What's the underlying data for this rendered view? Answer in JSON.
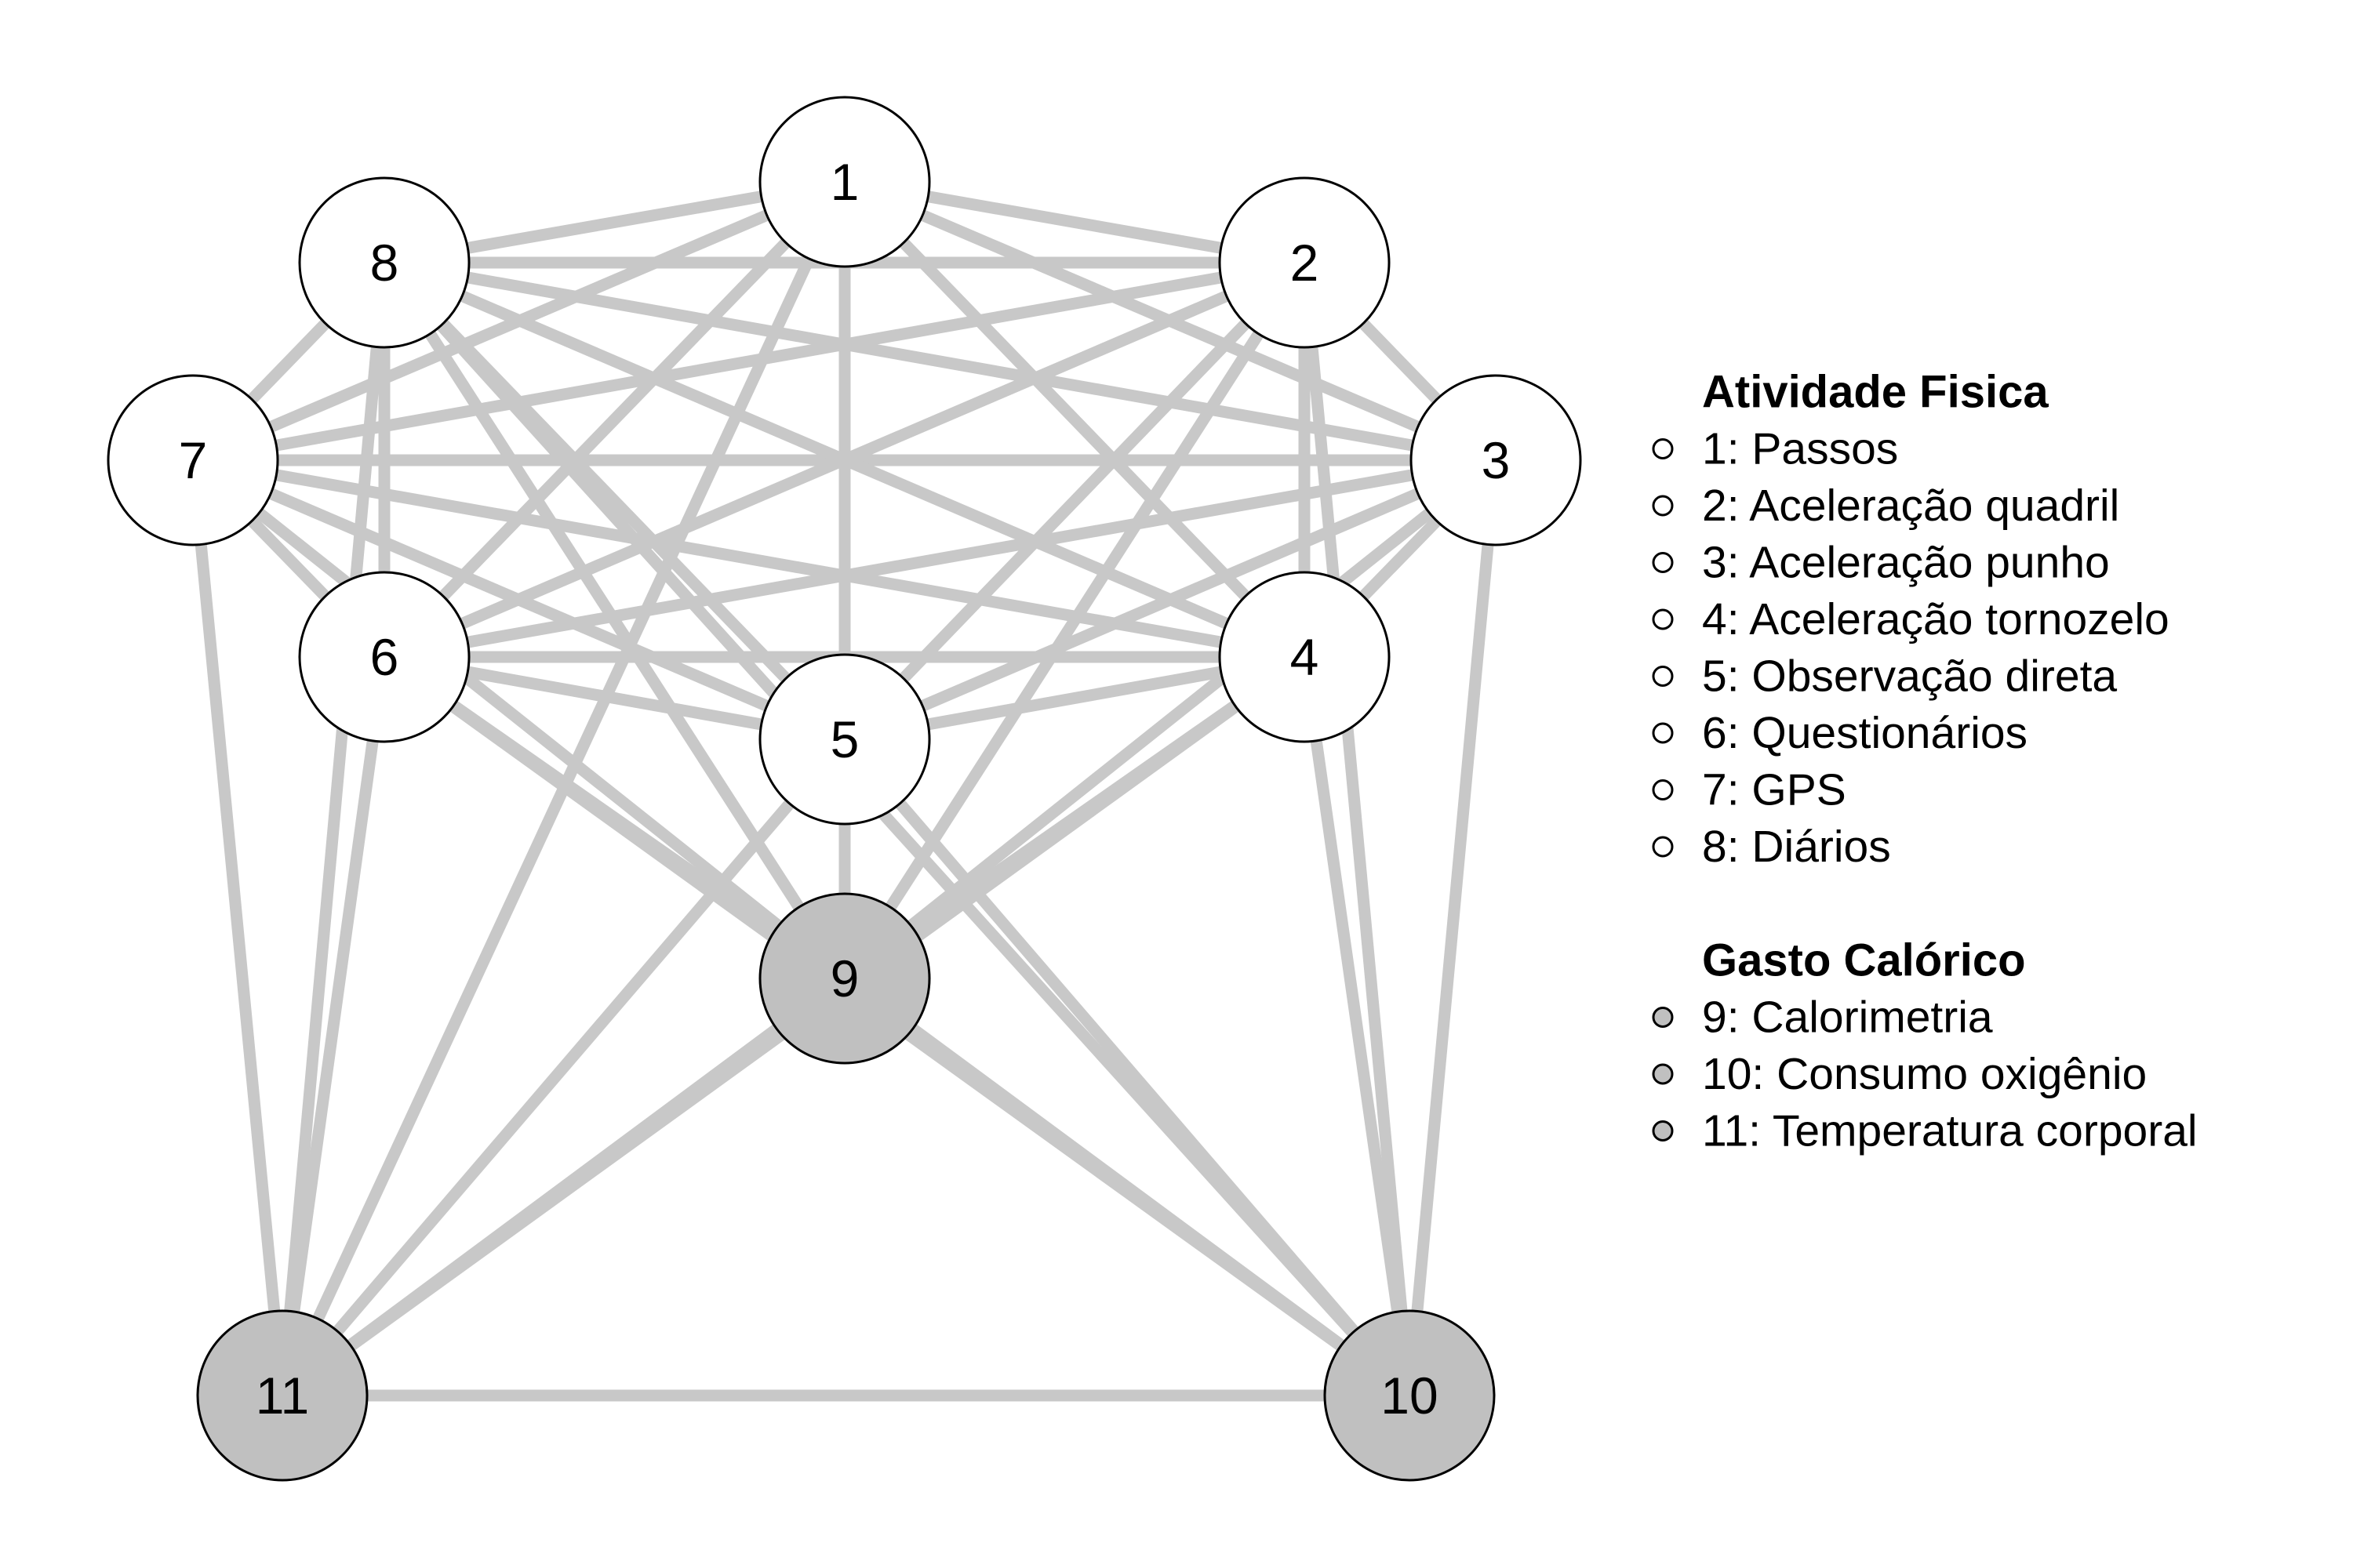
{
  "diagram": {
    "type": "network",
    "edge_color": "#c8c8c8",
    "node_border_color": "#000000",
    "nodes": [
      {
        "id": "1",
        "group": "atividade"
      },
      {
        "id": "2",
        "group": "atividade"
      },
      {
        "id": "3",
        "group": "atividade"
      },
      {
        "id": "4",
        "group": "atividade"
      },
      {
        "id": "5",
        "group": "atividade"
      },
      {
        "id": "6",
        "group": "atividade"
      },
      {
        "id": "7",
        "group": "atividade"
      },
      {
        "id": "8",
        "group": "atividade"
      },
      {
        "id": "9",
        "group": "gasto"
      },
      {
        "id": "10",
        "group": "gasto"
      },
      {
        "id": "11",
        "group": "gasto"
      }
    ],
    "edges": [
      [
        "1",
        "2"
      ],
      [
        "1",
        "3"
      ],
      [
        "1",
        "4"
      ],
      [
        "1",
        "5"
      ],
      [
        "1",
        "6"
      ],
      [
        "1",
        "7"
      ],
      [
        "1",
        "8"
      ],
      [
        "1",
        "9"
      ],
      [
        "1",
        "11"
      ],
      [
        "2",
        "3"
      ],
      [
        "2",
        "4"
      ],
      [
        "2",
        "5"
      ],
      [
        "2",
        "6"
      ],
      [
        "2",
        "7"
      ],
      [
        "2",
        "8"
      ],
      [
        "2",
        "9"
      ],
      [
        "2",
        "10"
      ],
      [
        "3",
        "4"
      ],
      [
        "3",
        "5"
      ],
      [
        "3",
        "6"
      ],
      [
        "3",
        "7"
      ],
      [
        "3",
        "8"
      ],
      [
        "3",
        "9"
      ],
      [
        "3",
        "10"
      ],
      [
        "4",
        "5"
      ],
      [
        "4",
        "6"
      ],
      [
        "4",
        "7"
      ],
      [
        "4",
        "8"
      ],
      [
        "4",
        "9"
      ],
      [
        "4",
        "10"
      ],
      [
        "4",
        "11"
      ],
      [
        "5",
        "6"
      ],
      [
        "5",
        "7"
      ],
      [
        "5",
        "8"
      ],
      [
        "5",
        "9"
      ],
      [
        "5",
        "10"
      ],
      [
        "5",
        "11"
      ],
      [
        "6",
        "7"
      ],
      [
        "6",
        "8"
      ],
      [
        "6",
        "9"
      ],
      [
        "6",
        "10"
      ],
      [
        "6",
        "11"
      ],
      [
        "7",
        "8"
      ],
      [
        "7",
        "9"
      ],
      [
        "7",
        "11"
      ],
      [
        "8",
        "9"
      ],
      [
        "8",
        "10"
      ],
      [
        "8",
        "11"
      ],
      [
        "9",
        "10"
      ],
      [
        "9",
        "11"
      ],
      [
        "10",
        "11"
      ]
    ]
  },
  "legend": {
    "groups": [
      {
        "key": "atividade",
        "title": "Atividade Fisica",
        "fill": "#ffffff",
        "items": [
          "1: Passos",
          "2: Aceleração quadril",
          "3: Aceleração punho",
          "4: Aceleração tornozelo",
          "5: Observação direta",
          "6: Questionários",
          "7: GPS",
          "8: Diários"
        ]
      },
      {
        "key": "gasto",
        "title": "Gasto Calórico",
        "fill": "#c0c0c0",
        "items": [
          "9: Calorimetria",
          "10: Consumo oxigênio",
          "11: Temperatura corporal"
        ]
      }
    ]
  }
}
